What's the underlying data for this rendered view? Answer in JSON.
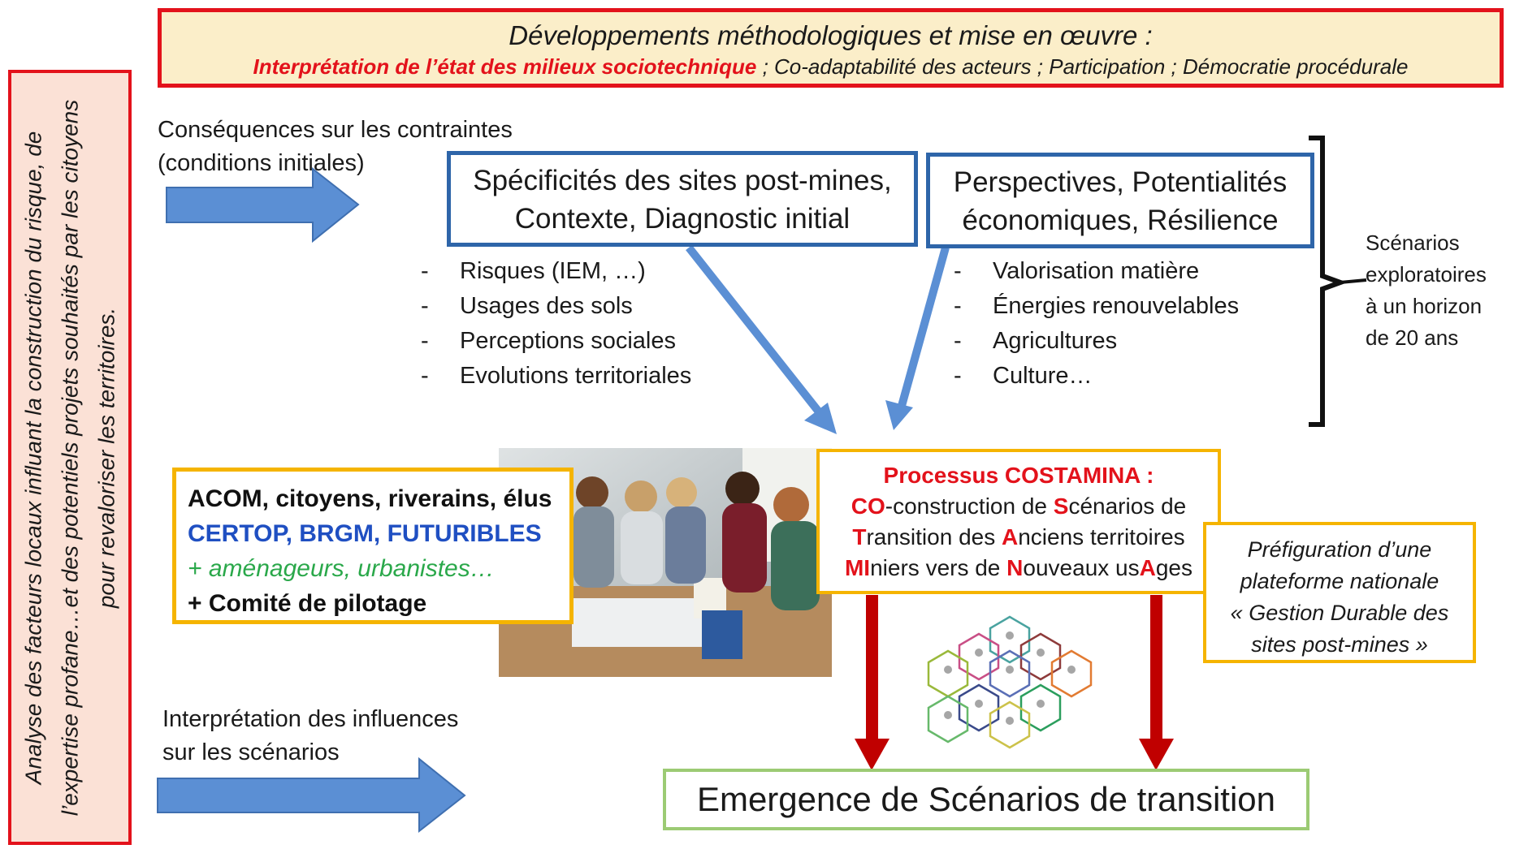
{
  "banner": {
    "title": "Développements méthodologiques et mise en œuvre :",
    "red_part": "Interprétation de l’état des milieux sociotechnique",
    "rest_part": " ; Co-adaptabilité des acteurs ; Participation ; Démocratie procédurale"
  },
  "left_box": {
    "text": "Analyse des facteurs locaux influant la construction du risque, de l’expertise profane…et des potentiels projets souhaités par les citoyens pour revaloriser les territoires."
  },
  "constraints": {
    "line1": "Conséquences sur les contraintes",
    "line2": "(conditions initiales)"
  },
  "box_specificites": {
    "line1": "Spécificités des sites post-mines,",
    "line2": "Contexte, Diagnostic initial",
    "items": [
      "Risques (IEM, …)",
      "Usages des sols",
      "Perceptions sociales",
      "Evolutions territoriales"
    ]
  },
  "box_perspectives": {
    "line1": "Perspectives, Potentialités",
    "line2": "économiques, Résilience",
    "items": [
      "Valorisation matière",
      "Énergies renouvelables",
      "Agricultures",
      "Culture…"
    ]
  },
  "scenarios_note": {
    "lines": [
      "Scénarios",
      "exploratoires",
      "à un horizon",
      "de 20 ans"
    ]
  },
  "actors": {
    "line1": "ACOM, citoyens, riverains, élus",
    "line2": "CERTOP, BRGM, FUTURIBLES",
    "line3": "+ aménageurs, urbanistes…",
    "line4": "+ Comité de pilotage"
  },
  "costamina": {
    "title": "Processus COSTAMINA :",
    "l1": [
      [
        "CO",
        true
      ],
      [
        "-construction de ",
        false
      ],
      [
        "S",
        true
      ],
      [
        "cénarios de",
        false
      ]
    ],
    "l2": [
      [
        "T",
        true
      ],
      [
        "ransition des ",
        false
      ],
      [
        "A",
        true
      ],
      [
        "nciens territoires",
        false
      ]
    ],
    "l3": [
      [
        "MI",
        true
      ],
      [
        "niers vers de ",
        false
      ],
      [
        "N",
        true
      ],
      [
        "ouveaux us",
        false
      ],
      [
        "A",
        true
      ],
      [
        "ges",
        false
      ]
    ]
  },
  "prefiguration": {
    "lines": [
      "Préfiguration d’une",
      "plateforme nationale",
      "« Gestion Durable des",
      "sites post-mines »"
    ]
  },
  "influences": {
    "line1": "Interprétation des influences",
    "line2": "sur les scénarios"
  },
  "emergence": {
    "label": "Emergence de Scénarios de transition"
  },
  "colors": {
    "red": "#e3121b",
    "blue_border": "#2e65a9",
    "arrow_blue": "#5b8fd4",
    "gold": "#f5b400",
    "green": "#9ccb74",
    "dark_red_arrow": "#c00000"
  },
  "icons": [
    "people-photo",
    "hexagon-network-icon",
    "right-arrow-icon",
    "curly-brace-icon"
  ]
}
